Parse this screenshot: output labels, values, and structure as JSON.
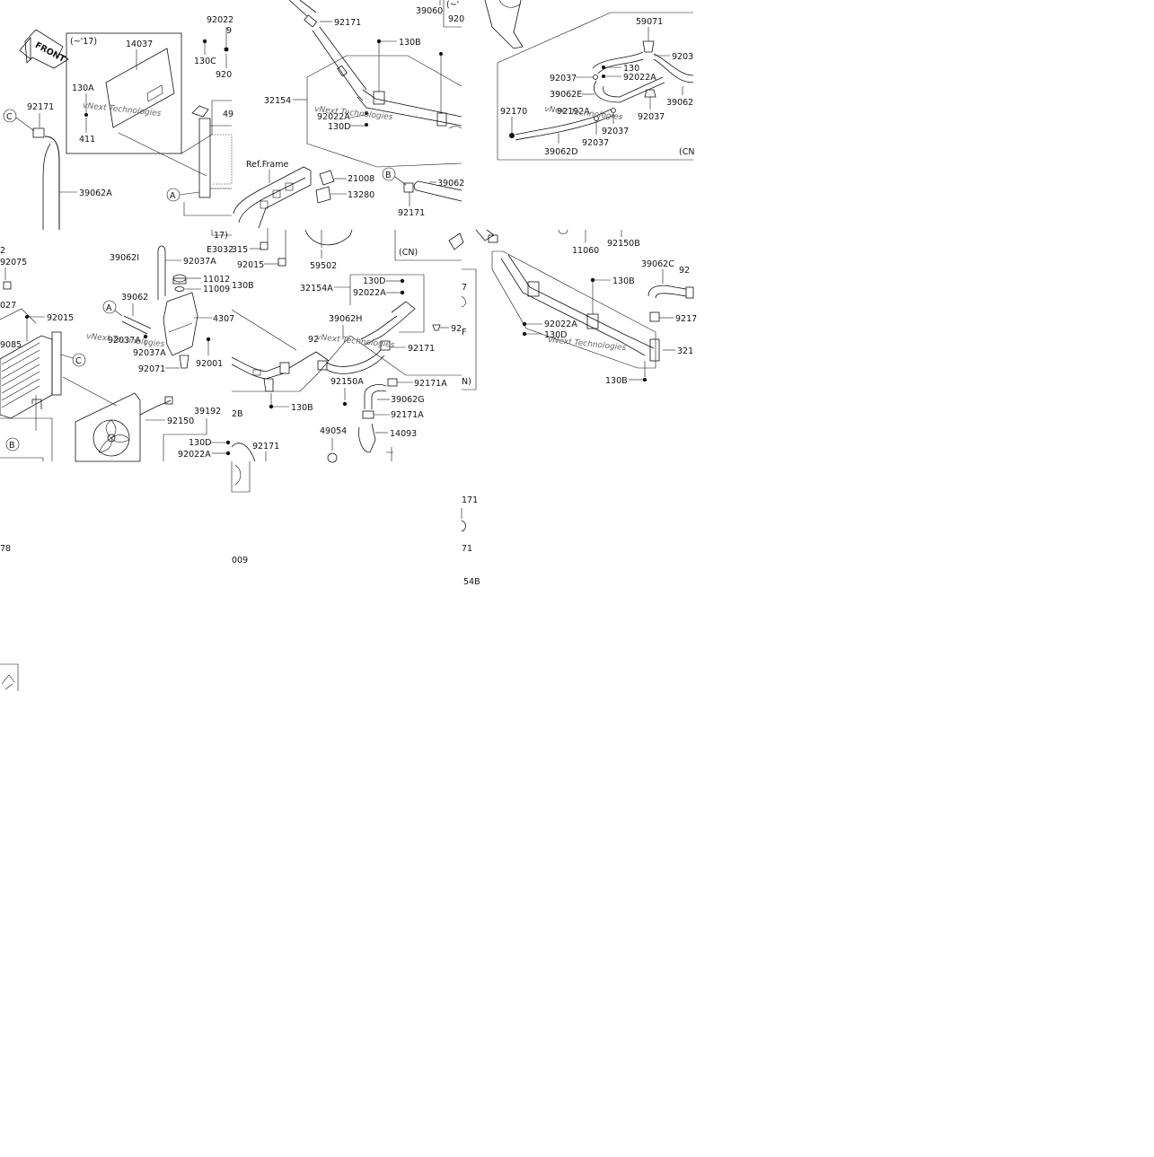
{
  "watermark": "vNext Technologies",
  "front_label": "FRONT",
  "ref_frame": "Ref.Frame",
  "variant_labels": {
    "pre17": "(~'17)",
    "cn_a": "(CN)",
    "cn_b": "(CN",
    "e30": "E3032",
    "seventeen": "17)",
    "pre17_b": "(~'"
  },
  "callouts": {
    "A": "A",
    "B": "B",
    "C": "C"
  },
  "tile1": {
    "l14037": "14037",
    "l92022": "92022",
    "l9": "9",
    "l130C": "130C",
    "l920": "920",
    "l130A": "130A",
    "l411": "411",
    "l92171": "92171",
    "l39062A": "39062A",
    "l49": "49"
  },
  "tile2": {
    "l92171": "92171",
    "l39060": "39060",
    "l920": "920",
    "l130B": "130B",
    "l32154": "32154",
    "l92022A": "92022A",
    "l130D": "130D",
    "l21008": "21008",
    "l13280": "13280",
    "l92171b": "92171",
    "l39062": "39062",
    "l15": "315",
    "l92015": "92015",
    "l59502": "59502"
  },
  "tile3": {
    "l59071": "59071",
    "l92037": "92037",
    "l130": "130",
    "l92022A": "92022A",
    "l39062E": "39062E",
    "l9203": "9203",
    "l39062": "39062",
    "l92170": "92170",
    "l92037b": "92037",
    "l92037c": "92037",
    "l92037d": "92037",
    "l39062D": "39062D",
    "l92192A": "92192A"
  },
  "tile4": {
    "l2": "2",
    "l92075": "92075",
    "l027": "027",
    "l39062I": "39062I",
    "l92037A": "92037A",
    "l11012": "11012",
    "l11009": "11009",
    "l130B": "130B",
    "l39062": "39062",
    "l92015": "92015",
    "l4307": "4307",
    "l9085": "9085",
    "l92037A_b": "92037A",
    "l92037A_c": "92037A",
    "l92001": "92001",
    "l92071": "92071",
    "l39192": "39192",
    "l92150": "92150",
    "l130D": "130D",
    "l92022A": "92022A",
    "l92171": "92171",
    "l8": "78",
    "l009": "009"
  },
  "tile5": {
    "l130D": "130D",
    "l32154A": "32154A",
    "l92022A": "92022A",
    "l39062H": "39062H",
    "l92q": "92",
    "l92171": "92171",
    "l130B": "130B",
    "l2B": "2B",
    "l92150A": "92150A",
    "l39062G": "39062G",
    "l92171A": "92171A",
    "l92171A_b": "92171A",
    "l49054": "49054",
    "l14093": "14093",
    "l7": "7",
    "lF": "F",
    "lN": "N)"
  },
  "tile6": {
    "l11060": "11060",
    "l92150B": "92150B",
    "l39062C": "39062C",
    "l92": "92",
    "l130B": "130B",
    "l92022A": "92022A",
    "l130D": "130D",
    "l9217": "9217",
    "l321": "321",
    "l130B_b": "130B",
    "l171a": "171",
    "l71": "71",
    "l54B": "54B"
  }
}
